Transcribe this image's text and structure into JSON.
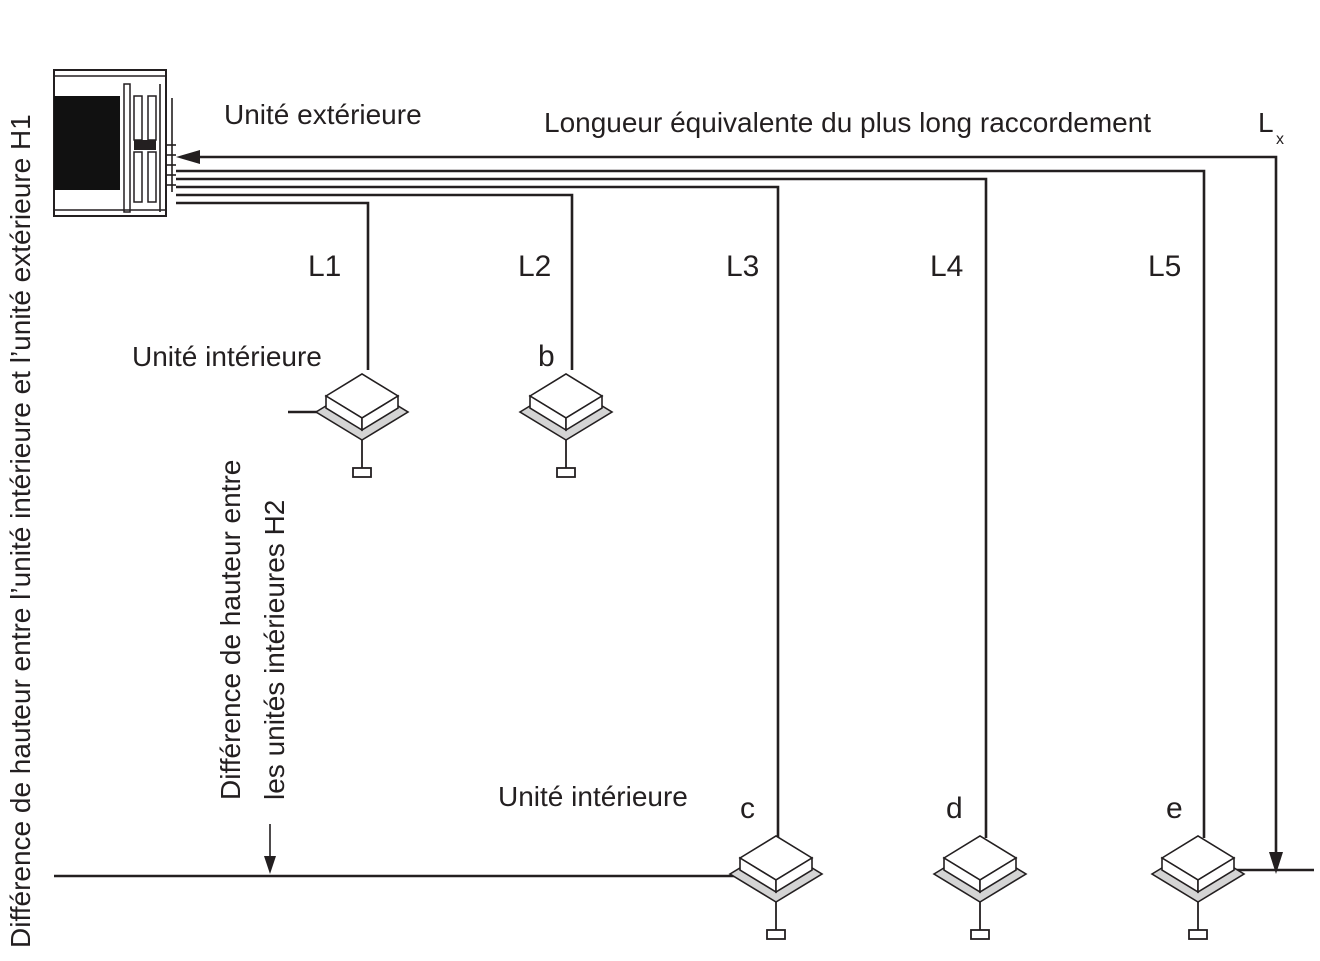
{
  "labels": {
    "outdoor_unit": "Unité extérieure",
    "indoor_unit_top": "Unité intérieure",
    "indoor_unit_bottom": "Unité intérieure",
    "longest_pipe": "Longueur équivalente du plus long raccordement",
    "longest_pipe_symbol": "L",
    "longest_pipe_subscript": "x",
    "height_diff_h1": "Différence de hauteur entre l’unité intérieure et l’unité extérieure H1",
    "height_diff_h2_line1": "Différence de hauteur entre",
    "height_diff_h2_line2": "les unités intérieures H2"
  },
  "pipes": [
    {
      "label": "L1"
    },
    {
      "label": "L2"
    },
    {
      "label": "L3"
    },
    {
      "label": "L4"
    },
    {
      "label": "L5"
    }
  ],
  "indoor_units": [
    {
      "letter": ""
    },
    {
      "letter": "b"
    },
    {
      "letter": "c"
    },
    {
      "letter": "d"
    },
    {
      "letter": "e"
    }
  ],
  "colors": {
    "line": "#231f20",
    "unit_fill": "#ffffff",
    "unit_base": "#d4d4d4",
    "outdoor_panel": "#111111"
  }
}
